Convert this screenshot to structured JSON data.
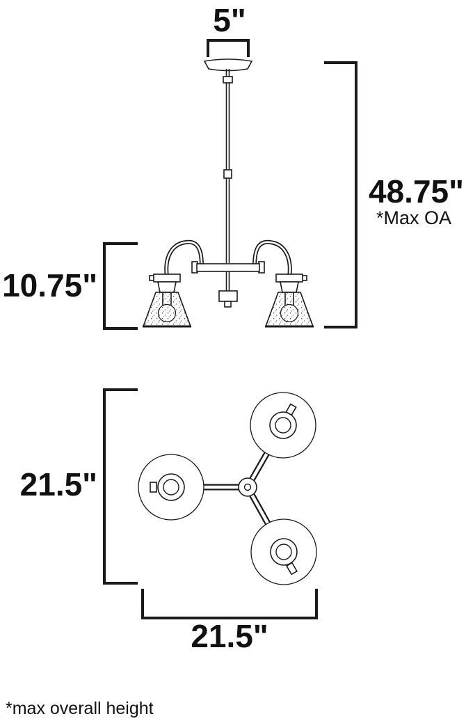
{
  "diagram": {
    "type": "lighting-fixture-dimension-diagram",
    "colors": {
      "line": "#1a1a1a",
      "background": "#ffffff"
    },
    "elevation_view": {
      "canopy_width_label": "5\"",
      "overall_height_label": "48.75\"",
      "overall_height_note": "*Max OA",
      "body_height_label": "10.75\""
    },
    "plan_view": {
      "height_label": "21.5\"",
      "width_label": "21.5\""
    },
    "footnote": "*max overall height"
  }
}
